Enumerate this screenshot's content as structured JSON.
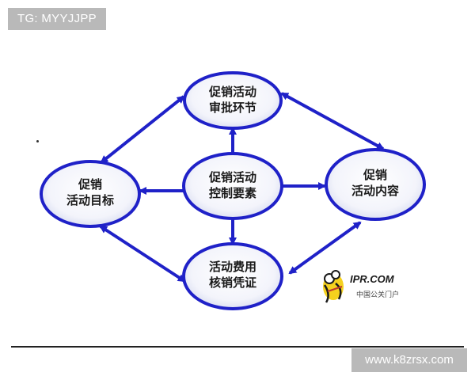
{
  "watermarks": {
    "top_left": "TG: MYYJJPP",
    "bottom_right": "www.k8zrsx.com"
  },
  "nodes": {
    "top": [
      "促销活动",
      "审批环节"
    ],
    "left": [
      "促销",
      "活动目标"
    ],
    "center": [
      "促销活动",
      "控制要素"
    ],
    "right": [
      "促销",
      "活动内容"
    ],
    "bottom": [
      "活动费用",
      "核销凭证"
    ]
  },
  "logo": {
    "main": "IPR.COM",
    "sub": "中国公关门户"
  },
  "colors": {
    "arrow": "#1f21c8",
    "ellipse_stroke": "#1f21c8",
    "ellipse_fill_inner": "#ffffff",
    "ellipse_fill_outer": "#d7dcf0"
  }
}
